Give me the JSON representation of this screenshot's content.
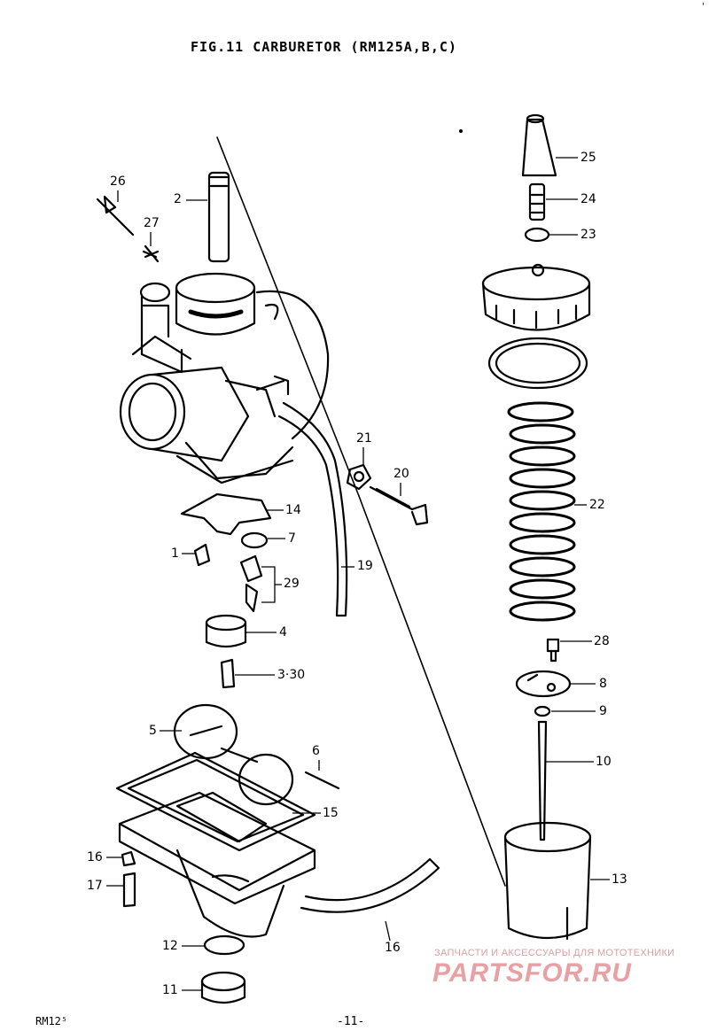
{
  "title": "FIG.11  CARBURETOR (RM125A,B,C)",
  "labels": {
    "p1": "1",
    "p2": "2",
    "p3": "3·30",
    "p4": "4",
    "p5": "5",
    "p6": "6",
    "p7": "7",
    "p8": "8",
    "p9": "9",
    "p10": "10",
    "p11": "11",
    "p12": "12",
    "p13": "13",
    "p14": "14",
    "p15": "15",
    "p16a": "16",
    "p16b": "16",
    "p17": "17",
    "p19": "19",
    "p20": "20",
    "p21": "21",
    "p22": "22",
    "p23": "23",
    "p24": "24",
    "p25": "25",
    "p26": "26",
    "p27": "27",
    "p28": "28",
    "p29": "29"
  },
  "footer": {
    "left": "RM12⁵",
    "page": "-11-"
  },
  "watermark": {
    "tagline": "ЗАПЧАСТИ И АКСЕССУАРЫ ДЛЯ МОТОТЕХНИКИ",
    "logo": "PARTSFOR.RU"
  },
  "colors": {
    "ink": "#000000",
    "watermark": "#e8a0a4"
  }
}
